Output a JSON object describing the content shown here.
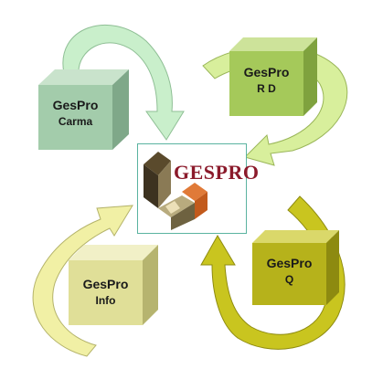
{
  "diagram": {
    "center_logo_text": "GESPRO",
    "modules": [
      {
        "name": "GesPro",
        "sub": "Carma",
        "front": "#a3ccab",
        "top": "#c9e3cc",
        "side": "#7fa889"
      },
      {
        "name": "GesPro",
        "sub": "R D",
        "front": "#a5c95a",
        "top": "#cde39a",
        "side": "#7fa23e"
      },
      {
        "name": "GesPro",
        "sub": "Info",
        "front": "#e0df98",
        "top": "#f1f0c7",
        "side": "#b6b46f"
      },
      {
        "name": "GesPro",
        "sub": "Q",
        "front": "#b6b21b",
        "top": "#dad86a",
        "side": "#8d8a10"
      }
    ],
    "arrow_colors": {
      "carma": "#c9efcb",
      "rd": "#d8ef9c",
      "info": "#f1f0a5",
      "q": "#c9c51f"
    }
  }
}
